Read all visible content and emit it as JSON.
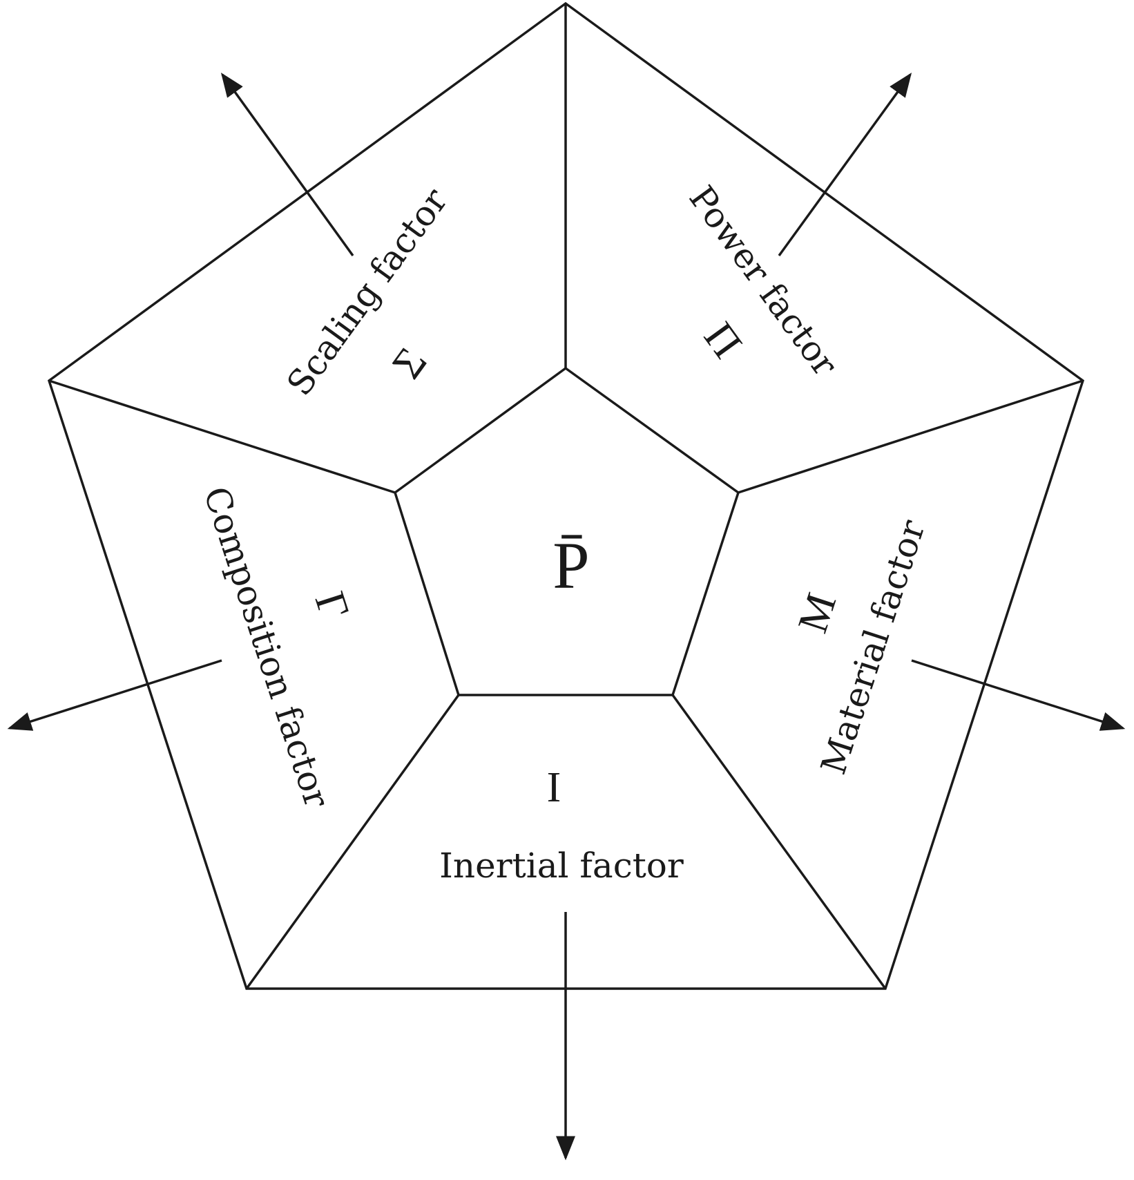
{
  "center": {
    "symbol": "P̄"
  },
  "factors": [
    {
      "name": "Scaling factor",
      "symbol": "Σ"
    },
    {
      "name": "Power factor",
      "symbol": "Π"
    },
    {
      "name": "Material factor",
      "symbol": "M"
    },
    {
      "name": "Inertial factor",
      "symbol": "I"
    },
    {
      "name": "Composition factor",
      "symbol": "Γ"
    }
  ],
  "colors": {
    "line": "#1a1a1a",
    "background": "#ffffff"
  }
}
